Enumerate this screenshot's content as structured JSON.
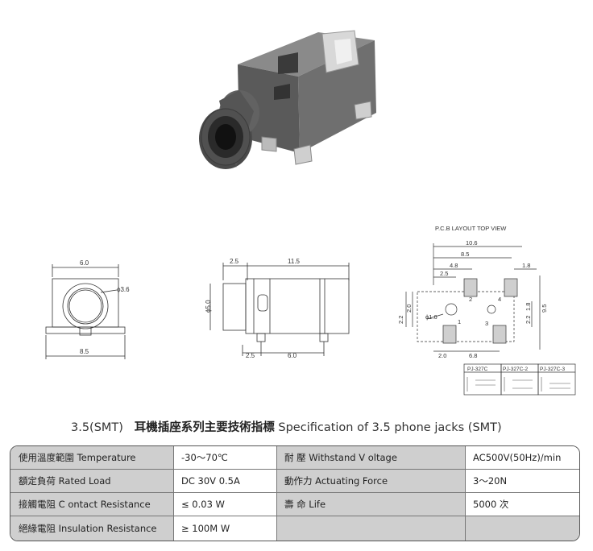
{
  "drawing": {
    "pcb_title": "P.C.B LAYOUT   TOP VIEW",
    "front_dims": {
      "width": "6.0",
      "diameter": "ϕ3.6",
      "base": "8.5"
    },
    "side_dims": {
      "front": "2.5",
      "length": "11.5",
      "height": "ϕ5.0",
      "pin_offset": "2.5",
      "pin_pitch": "6.0"
    },
    "pcb_dims": {
      "overall": "10.6",
      "a": "8.5",
      "b": "4.8",
      "c": "2.5",
      "d": "1.8",
      "v1": "2.0",
      "v2": "2.2",
      "hole": "ϕ1.6",
      "r1": "1.8",
      "r2": "2.2",
      "height": "9.5",
      "bottom1": "2.0",
      "bottom2": "6.8"
    },
    "pins": [
      "1",
      "2",
      "3",
      "4"
    ],
    "variants": [
      "PJ-327C",
      "PJ-327C-2",
      "PJ-327C-3"
    ]
  },
  "heading": {
    "prefix": "3.5(SMT)",
    "chinese": "耳機插座系列主要技術指標",
    "english": "Specification of 3.5 phone jacks (SMT)"
  },
  "spec_rows": [
    {
      "label1": "使用溫度範圍 Temperature",
      "value1": "-30～70℃",
      "label2": "耐    壓  Withstand V oltage",
      "value2": "AC500V(50Hz)/min"
    },
    {
      "label1": "額定負荷  Rated Load",
      "value1": "DC  30V  0.5A",
      "label2": "動作力  Actuating Force",
      "value2": "3～20N"
    },
    {
      "label1": "接觸電阻  C ontact Resistance",
      "value1": "≤ 0.03 W",
      "label2": "壽    命  Life",
      "value2": "5000 次"
    },
    {
      "label1": "絕緣電阻  Insulation Resistance",
      "value1": "≥ 100M W",
      "label2": "",
      "value2": ""
    }
  ]
}
